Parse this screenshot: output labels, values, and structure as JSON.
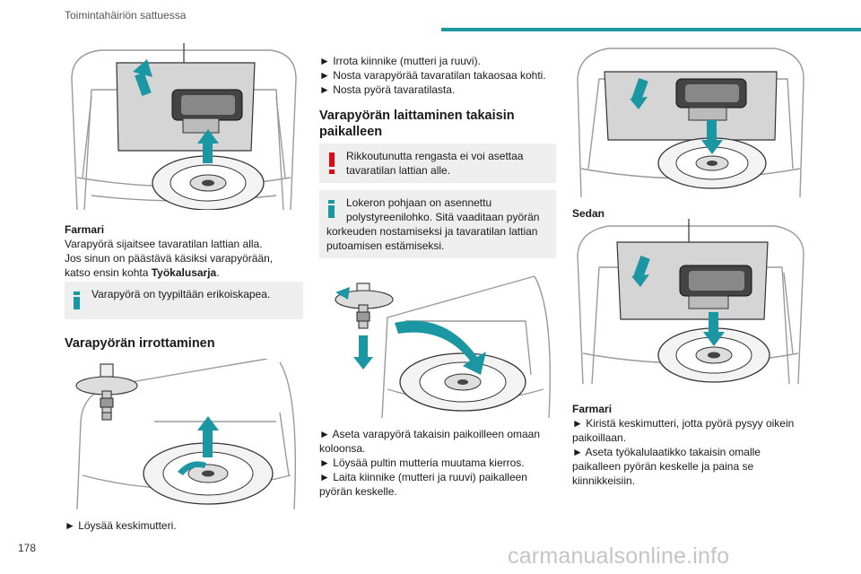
{
  "header": {
    "title": "Toimintahäiriön sattuessa"
  },
  "page": {
    "number": "178",
    "accent_color": "#1b97a3",
    "warning_color": "#e30613"
  },
  "watermark": "carmanualsonline.info",
  "left_col": {
    "caption": "Farmari",
    "para1": [
      "Varapyörä sijaitsee tavaratilan lattian alla.",
      "Jos sinun on päästävä käsiksi varapyörään,",
      "katso ensin kohta "
    ],
    "para1_bold": "Työkalusarja",
    "para1_end": ".",
    "info_note": "Varapyörä on tyypiltään erikoiskapea.",
    "heading_remove": "Varapyörän irrottaminen",
    "step_loosen": "► Löysää keskimutteri."
  },
  "mid_col": {
    "steps": [
      "► Irrota kiinnike (mutteri ja ruuvi).",
      "► Nosta varapyörää tavaratilan takaosaa kohti.",
      "► Nosta pyörä tavaratilasta."
    ],
    "heading_refit_line1": "Varapyörän laittaminen takaisin",
    "heading_refit_line2": "paikalleen",
    "warning_note": [
      "Rikkoutunutta rengasta ei voi asettaa",
      "tavaratilan lattian alle."
    ],
    "info_note2": [
      "Lokeron pohjaan on asennettu",
      "polystyreenilohko. Sitä vaaditaan pyörän",
      "korkeuden nostamiseksi ja tavaratilan lattian",
      "putoamisen estämiseksi."
    ],
    "steps2": [
      "► Aseta varapyörä takaisin paikoilleen omaan",
      "koloonsa.",
      "► Löysää pultin mutteria muutama kierros.",
      "► Laita kiinnike (mutteri ja ruuvi) paikalleen",
      "pyörän keskelle."
    ]
  },
  "right_col": {
    "caption_sedan": "Sedan",
    "caption_farmari": "Farmari",
    "steps": [
      "► Kiristä keskimutteri, jotta pyörä pysyy oikein",
      "paikoillaan.",
      "► Aseta työkalulaatikko takaisin omalle",
      "paikalleen pyörän keskelle ja paina se",
      "kiinnikkeisiin."
    ]
  }
}
